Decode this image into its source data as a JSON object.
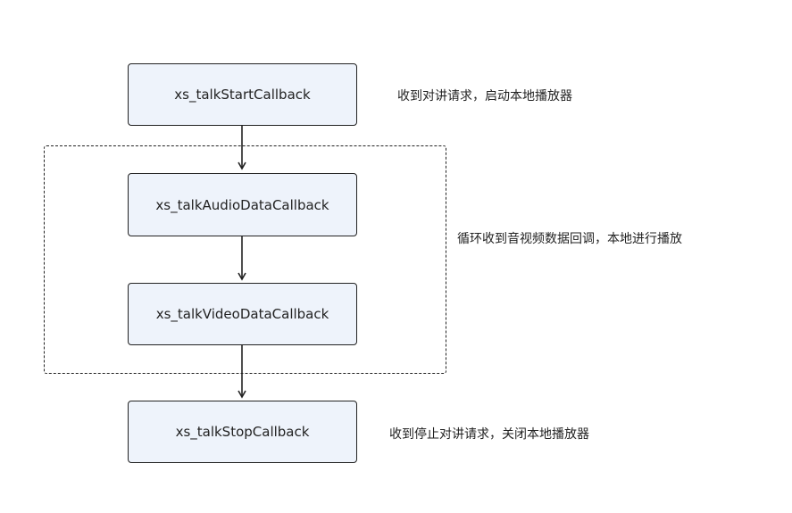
{
  "nodes": {
    "start": "xs_talkStartCallback",
    "audio": "xs_talkAudioDataCallback",
    "video": "xs_talkVideoDataCallback",
    "stop": "xs_talkStopCallback"
  },
  "notes": {
    "start": "收到对讲请求，启动本地播放器",
    "loop": "循环收到音视频数据回调，本地进行播放",
    "stop": "收到停止对讲请求，关闭本地播放器"
  },
  "colors": {
    "node_fill": "#eef3fb",
    "stroke": "#222222"
  }
}
